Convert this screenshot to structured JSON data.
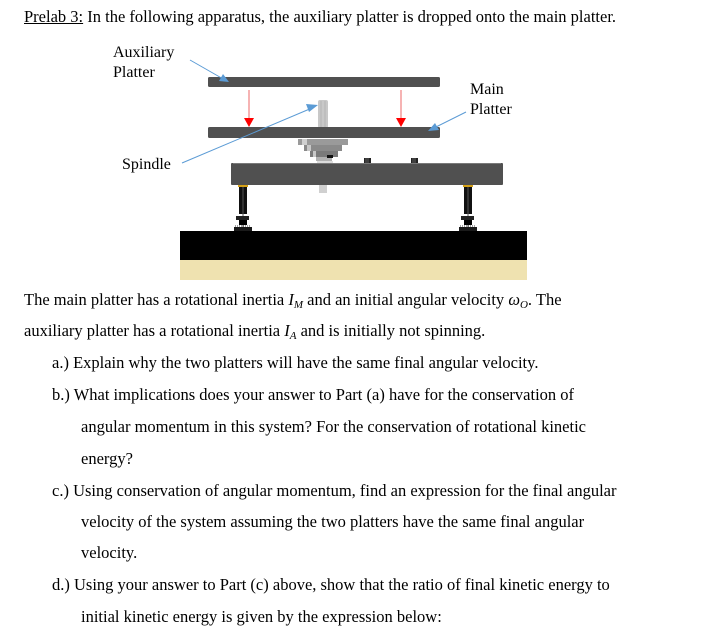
{
  "title": {
    "label": "Prelab 3:",
    "text": " In the following apparatus, the auxiliary platter is dropped onto the main platter."
  },
  "diagram": {
    "labels": {
      "auxiliary_line1": "Auxiliary",
      "auxiliary_line2": "Platter",
      "main_line1": "Main",
      "main_line2": "Platter",
      "spindle": "Spindle"
    },
    "colors": {
      "platter": "#505050",
      "arrow_drop": "#ff0000",
      "arrow_drop_shaft": "#f08080",
      "leader": "#5b9bd5",
      "spindle": "#c8c8c8",
      "base_top": "#000000",
      "base_bottom": "#efe2b0",
      "leg_cap": "#d4a017"
    }
  },
  "intro": {
    "line1_a": "The main platter has a rotational inertia ",
    "IM_sym": "I",
    "IM_sub": "M",
    "line1_b": " and an initial angular velocity ",
    "w0_sym": "ω",
    "w0_sub": "O",
    "line1_c": ".  The",
    "line2_a": "auxiliary platter has a rotational inertia ",
    "IA_sym": "I",
    "IA_sub": "A",
    "line2_b": " and is initially not spinning."
  },
  "questions": [
    {
      "lines": [
        "a.) Explain why the two platters will have the same final angular velocity."
      ]
    },
    {
      "lines": [
        "b.) What implications does your answer to Part (a) have for the conservation of",
        "angular momentum in this system?  For the conservation of rotational kinetic",
        "energy?"
      ]
    },
    {
      "lines": [
        "c.) Using conservation of angular momentum, find an expression for the final angular",
        "velocity of the system assuming the two platters have the same final angular",
        "velocity."
      ]
    },
    {
      "lines": [
        "d.) Using your answer to Part (c) above, show that the ratio of final kinetic energy to",
        "initial kinetic energy is given by the expression below:"
      ]
    }
  ]
}
